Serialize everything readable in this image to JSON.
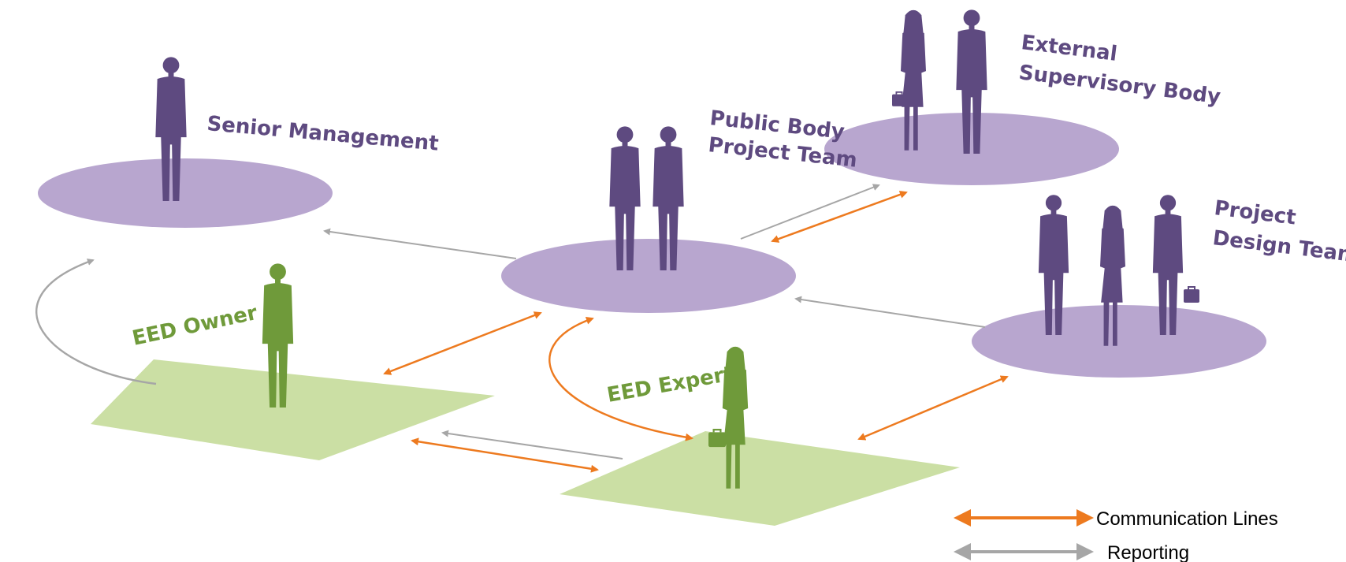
{
  "colors": {
    "platform_purple": "#b8a6cf",
    "platform_green": "#cbdfa4",
    "figure_purple": "#5e4a80",
    "figure_green": "#6f9a3a",
    "communication_arrow": "#ed7a1f",
    "reporting_arrow": "#a6a6a6"
  },
  "nodes": {
    "senior_management": {
      "label": "Senior Management"
    },
    "public_body": {
      "label_line1": "Public Body",
      "label_line2": "Project Team"
    },
    "external_body": {
      "label_line1": "External",
      "label_line2": "Supervisory Body"
    },
    "design_team": {
      "label_line1": "Project",
      "label_line2": "Design Team"
    },
    "eed_owner": {
      "label": "EED Owner"
    },
    "eed_expert": {
      "label": "EED Expert"
    }
  },
  "legend": {
    "communication_label": "Communication Lines",
    "reporting_label": "Reporting"
  }
}
